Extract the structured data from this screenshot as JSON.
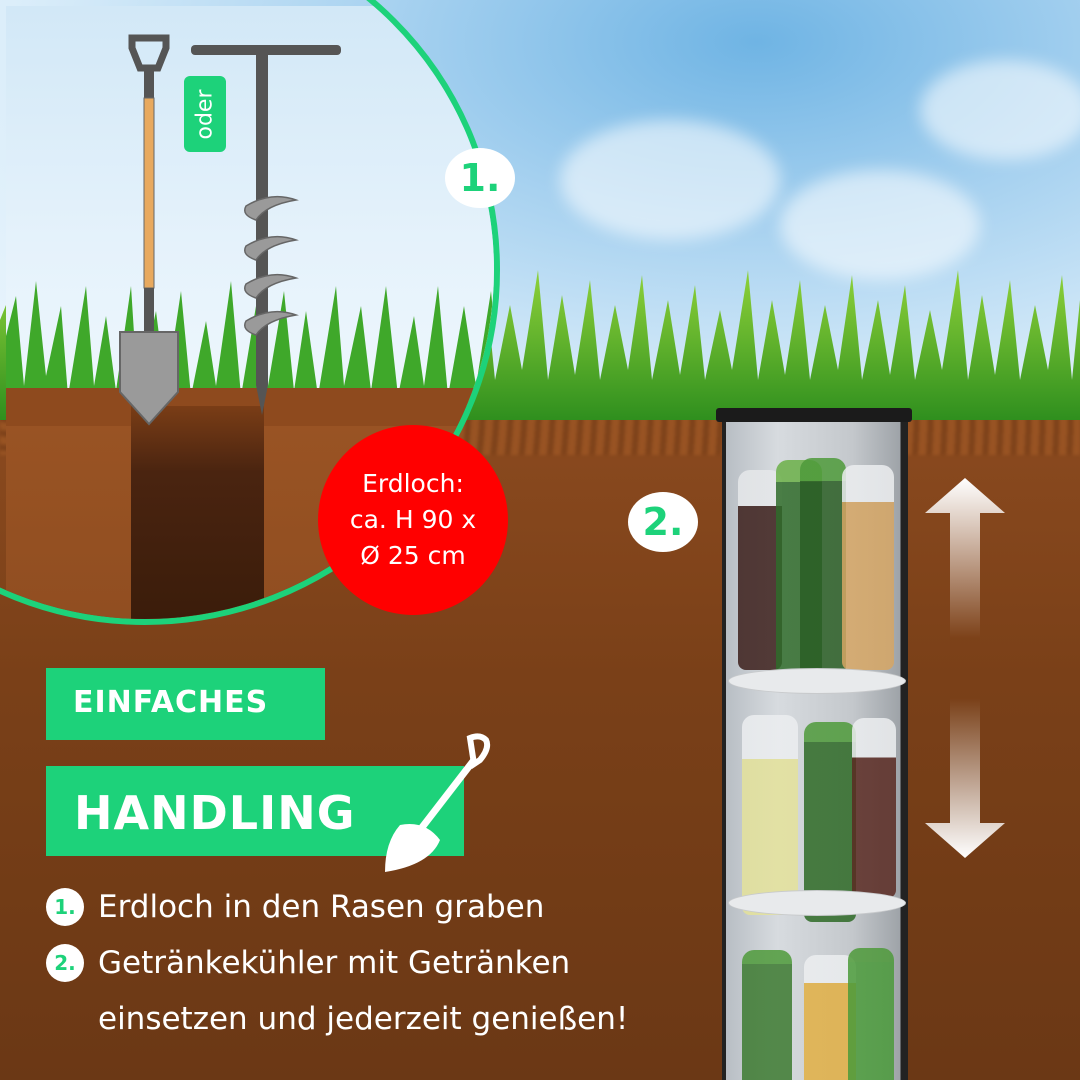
{
  "inset": {
    "alt_label": "oder",
    "step_badge": "1.",
    "tools": [
      "spade-icon",
      "earth-auger-icon"
    ]
  },
  "hole_spec": {
    "line1": "Erdloch:",
    "line2": "ca. H 90 x",
    "line3": "Ø 25 cm"
  },
  "cooler": {
    "step_badge": "2.",
    "direction_icon": "up-down-arrow-icon"
  },
  "headline": {
    "line1": "EINFACHES",
    "line2": "HANDLING",
    "icon": "shovel-icon"
  },
  "steps": [
    {
      "num": "1.",
      "text": "Erdloch in den Rasen graben"
    },
    {
      "num": "2.",
      "text": "Getränkekühler mit Getränken"
    },
    {
      "num": "",
      "text": "einsetzen und jederzeit genießen!"
    }
  ],
  "colors": {
    "accent_green": "#1dd27a",
    "alert_red": "#ff0000",
    "soil": "#7a4018",
    "text": "#ffffff"
  }
}
